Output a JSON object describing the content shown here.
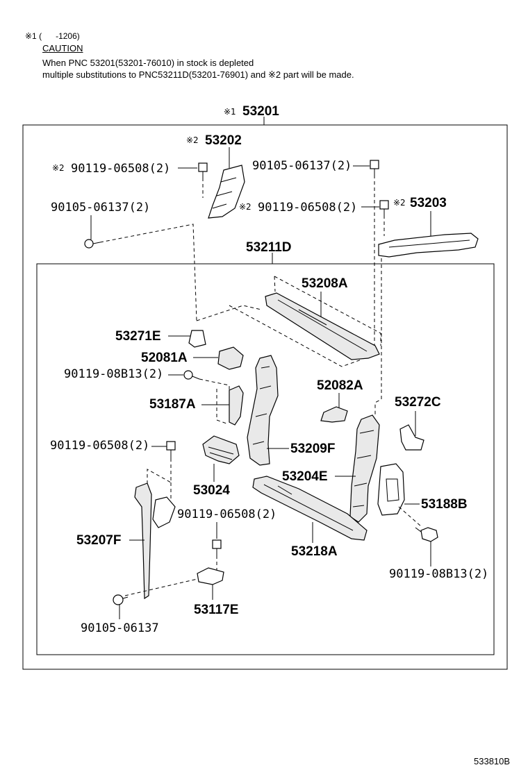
{
  "header": {
    "note1_mark": "※1",
    "note1_range": "(      -1206)",
    "caution_title": "CAUTION",
    "caution_line1": "When PNC 53201(53201-76010) in stock is depleted",
    "caution_line2": "multiple substitutions to PNC53211D(53201-76901) and ※2 part will be made."
  },
  "diagram_id": "533810B",
  "callouts": {
    "c53201": "53201",
    "c53202": "53202",
    "c53203": "53203",
    "c53211D": "53211D",
    "c53208A": "53208A",
    "c53271E": "53271E",
    "c52081A": "52081A",
    "c52082A": "52082A",
    "c53272C": "53272C",
    "c53187A": "53187A",
    "c53209F": "53209F",
    "c53024": "53024",
    "c53204E": "53204E",
    "c53188B": "53188B",
    "c53207F": "53207F",
    "c53218A": "53218A",
    "c53117E": "53117E",
    "b1": "90119-06508(2)",
    "b2": "90105-06137(2)",
    "b3": "90105-06137(2)",
    "b4": "90119-06508(2)",
    "b5": "90119-08B13(2)",
    "b6": "90119-06508(2)",
    "b7": "90119-06508(2)",
    "b8": "90119-08B13(2)",
    "b9": "90105-06137"
  },
  "marks": {
    "m1": "※1",
    "m2": "※2"
  }
}
